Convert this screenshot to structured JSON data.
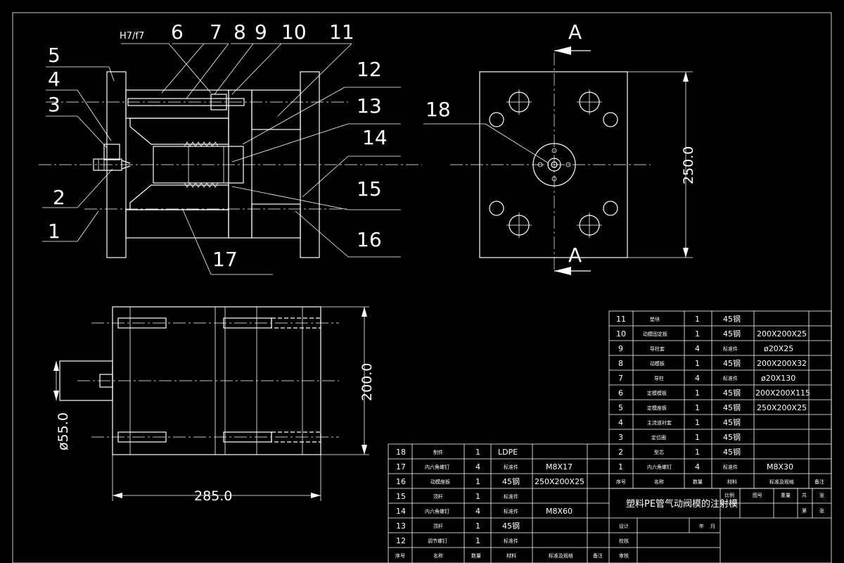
{
  "section_view": {
    "fit_label": "H7/f7",
    "callouts": [
      "1",
      "2",
      "3",
      "4",
      "5",
      "6",
      "7",
      "8",
      "9",
      "10",
      "11",
      "12",
      "13",
      "14",
      "15",
      "16",
      "17"
    ]
  },
  "front_view": {
    "callout_18": "18",
    "section_mark_top": "A",
    "section_mark_bottom": "A",
    "height_dim": "250.0"
  },
  "side_view": {
    "height_dim": "200.0",
    "width_dim": "285.0",
    "diameter_dim": "ø55.0"
  },
  "bom_right": [
    {
      "no": "11",
      "name": "垫块",
      "qty": "1",
      "mat": "45钢",
      "spec": ""
    },
    {
      "no": "10",
      "name": "动模固定板",
      "qty": "1",
      "mat": "45钢",
      "spec": "200X200X25"
    },
    {
      "no": "9",
      "name": "导柱套",
      "qty": "4",
      "mat": "标准件",
      "spec": "ø20X25"
    },
    {
      "no": "8",
      "name": "动模板",
      "qty": "1",
      "mat": "45钢",
      "spec": "200X200X32"
    },
    {
      "no": "7",
      "name": "导柱",
      "qty": "4",
      "mat": "标准件",
      "spec": "ø20X130"
    },
    {
      "no": "6",
      "name": "定模模板",
      "qty": "1",
      "mat": "45钢",
      "spec": "200X200X115"
    },
    {
      "no": "5",
      "name": "定模座板",
      "qty": "1",
      "mat": "45钢",
      "spec": "250X200X25"
    },
    {
      "no": "4",
      "name": "主流道衬套",
      "qty": "1",
      "mat": "45钢",
      "spec": ""
    },
    {
      "no": "3",
      "name": "定位圈",
      "qty": "1",
      "mat": "45钢",
      "spec": ""
    },
    {
      "no": "2",
      "name": "型芯",
      "qty": "1",
      "mat": "45钢",
      "spec": ""
    },
    {
      "no": "1",
      "name": "内六角螺钉",
      "qty": "4",
      "mat": "标准件",
      "spec": "M8X30"
    }
  ],
  "bom_right_header": {
    "no": "序号",
    "name": "名称",
    "qty": "数量",
    "mat": "材料",
    "spec": "标准及规格",
    "note": "备注"
  },
  "bom_left": [
    {
      "no": "18",
      "name": "制件",
      "qty": "1",
      "mat": "LDPE",
      "spec": ""
    },
    {
      "no": "17",
      "name": "内六角螺钉",
      "qty": "4",
      "mat": "标准件",
      "spec": "M8X17"
    },
    {
      "no": "16",
      "name": "动模座板",
      "qty": "1",
      "mat": "45钢",
      "spec": "250X200X25"
    },
    {
      "no": "15",
      "name": "顶杆",
      "qty": "1",
      "mat": "标准件",
      "spec": ""
    },
    {
      "no": "14",
      "name": "内六角螺钉",
      "qty": "4",
      "mat": "标准件",
      "spec": "M8X60"
    },
    {
      "no": "13",
      "name": "顶杆",
      "qty": "1",
      "mat": "45钢",
      "spec": ""
    },
    {
      "no": "12",
      "name": "调节螺钉",
      "qty": "1",
      "mat": "标准件",
      "spec": ""
    }
  ],
  "bom_left_header": {
    "no": "序号",
    "name": "名称",
    "qty": "数量",
    "mat": "材料",
    "spec": "标准及规格",
    "note": "备注"
  },
  "title_block": {
    "title": "塑料PE管气动阀模的注射模",
    "scale_label": "比例",
    "drawing_no_label": "图号",
    "weight_label": "重量",
    "sheet_label": "第",
    "sheet_unit": "张",
    "total_label": "共",
    "designer_label": "设计",
    "year_label": "年",
    "month_label": "月",
    "checker_label": "校核",
    "approver_label": "审核"
  }
}
